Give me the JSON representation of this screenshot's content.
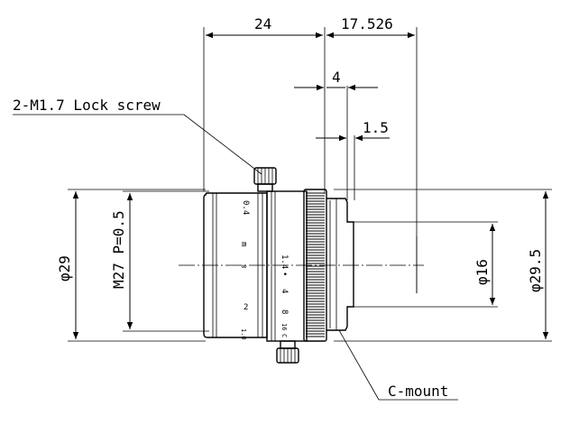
{
  "dimensions": {
    "length_body": "24",
    "length_flange": "17.526",
    "mount_offset": "4",
    "thread_offset": "1.5",
    "diameter_front": "φ29",
    "thread_spec": "M27 P=0.5",
    "diameter_mount": "φ16",
    "diameter_max": "φ29.5"
  },
  "callouts": {
    "lock_screw": "2-M1.7 Lock screw",
    "mount": "C-mount"
  },
  "focus_scale": [
    "0.4",
    "m",
    "∞",
    "2",
    "1.0"
  ],
  "aperture_scale": [
    "1.4",
    "•",
    "4",
    "8",
    "16",
    "C"
  ]
}
